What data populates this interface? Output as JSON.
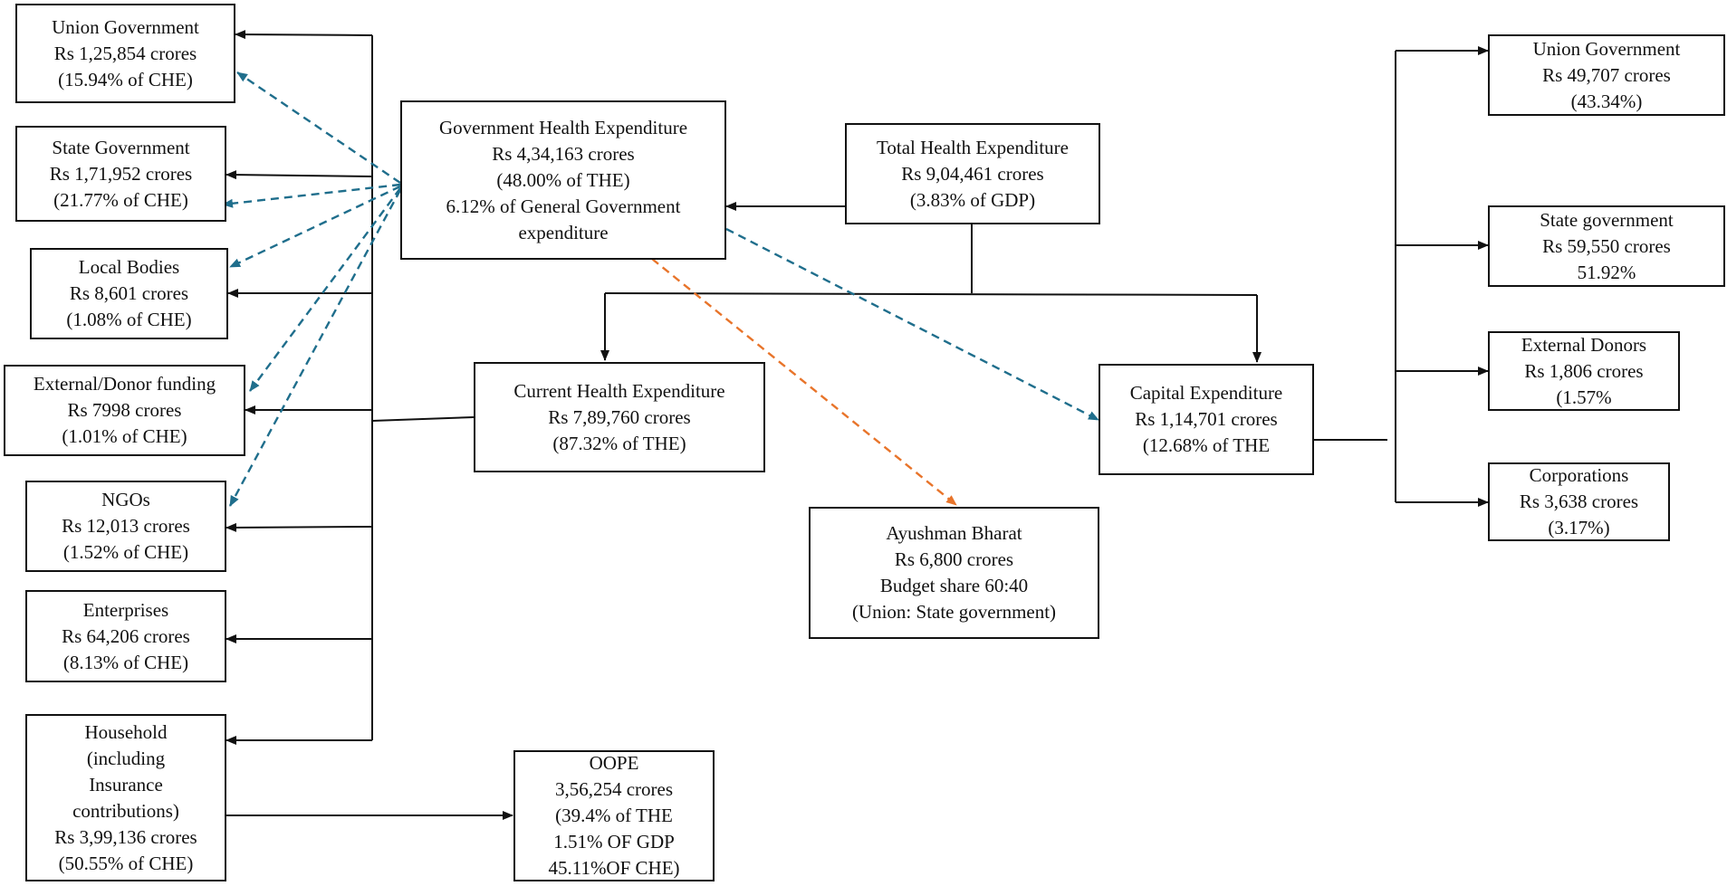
{
  "colors": {
    "line": "#111111",
    "blue_dashed": "#1f6e8c",
    "orange_dashed": "#e8742a"
  },
  "boxes": {
    "the": {
      "lines": [
        "Total Health Expenditure",
        "Rs 9,04,461 crores",
        "(3.83% of GDP)"
      ]
    },
    "ghe": {
      "lines": [
        "Government Health Expenditure",
        "Rs 4,34,163 crores",
        "(48.00% of THE)",
        "6.12% of General Government",
        "expenditure"
      ]
    },
    "che": {
      "lines": [
        "Current Health Expenditure",
        "Rs 7,89,760 crores",
        "(87.32% of THE)"
      ]
    },
    "capex": {
      "lines": [
        "Capital Expenditure",
        "Rs 1,14,701 crores",
        "(12.68% of THE"
      ]
    },
    "ab": {
      "lines": [
        "Ayushman Bharat",
        "Rs 6,800 crores",
        "Budget share 60:40",
        "(Union: State government)"
      ]
    },
    "oope": {
      "lines": [
        "OOPE",
        "3,56,254 crores",
        "(39.4% of THE",
        "1.51% OF GDP",
        "45.11%OF CHE)"
      ]
    },
    "left": [
      {
        "lines": [
          "Union Government",
          "Rs 1,25,854 crores",
          "(15.94% of CHE)"
        ]
      },
      {
        "lines": [
          "State Government",
          "Rs 1,71,952 crores",
          "(21.77% of CHE)"
        ]
      },
      {
        "lines": [
          "Local Bodies",
          "Rs 8,601 crores",
          "(1.08% of CHE)"
        ]
      },
      {
        "lines": [
          "External/Donor funding",
          "Rs 7998 crores",
          "(1.01% of CHE)"
        ]
      },
      {
        "lines": [
          "NGOs",
          "Rs 12,013 crores",
          "(1.52% of CHE)"
        ]
      },
      {
        "lines": [
          "Enterprises",
          "Rs 64,206 crores",
          "(8.13% of CHE)"
        ]
      },
      {
        "lines": [
          "Household",
          "(including",
          "Insurance",
          "contributions)",
          "Rs 3,99,136 crores",
          "(50.55% of CHE)"
        ]
      }
    ],
    "right": [
      {
        "lines": [
          "Union Government",
          "Rs 49,707 crores",
          "(43.34%)"
        ]
      },
      {
        "lines": [
          "State government",
          "Rs 59,550 crores",
          "51.92%"
        ]
      },
      {
        "lines": [
          "External Donors",
          "Rs 1,806 crores",
          "(1.57%"
        ]
      },
      {
        "lines": [
          "Corporations",
          "Rs 3,638 crores",
          "(3.17%)"
        ]
      }
    ]
  }
}
